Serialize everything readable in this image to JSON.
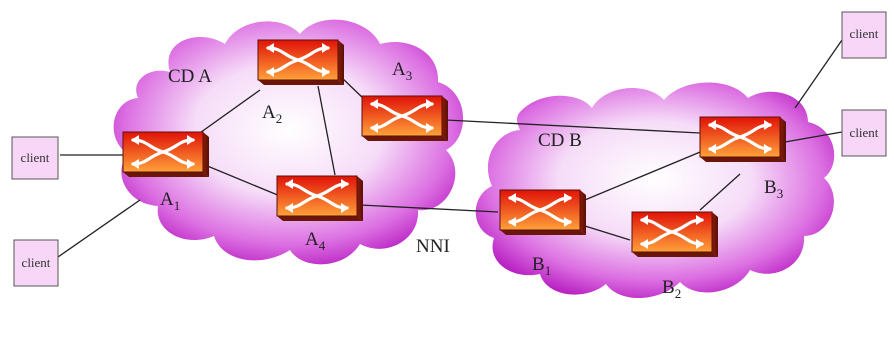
{
  "colors": {
    "cloud_edge": "#c01ec8",
    "cloud_fill": "#f3d8f6",
    "switch_top": "#e81a10",
    "switch_bottom": "#ff9c38",
    "switch_side": "#7a1a0a",
    "client_fill": "#f8d6f8",
    "link": "#222222"
  },
  "icons": {
    "switch": "crossbar-switch-icon",
    "client": "client-box-icon"
  },
  "domains": {
    "a": {
      "label": "CD A"
    },
    "b": {
      "label": "CD B"
    }
  },
  "nni_label": "NNI",
  "nodes": {
    "A1": {
      "base": "A",
      "sub": "1"
    },
    "A2": {
      "base": "A",
      "sub": "2"
    },
    "A3": {
      "base": "A",
      "sub": "3"
    },
    "A4": {
      "base": "A",
      "sub": "4"
    },
    "B1": {
      "base": "B",
      "sub": "1"
    },
    "B2": {
      "base": "B",
      "sub": "2"
    },
    "B3": {
      "base": "B",
      "sub": "3"
    }
  },
  "clients": {
    "c1": "client",
    "c2": "client",
    "c3": "client",
    "c4": "client"
  }
}
